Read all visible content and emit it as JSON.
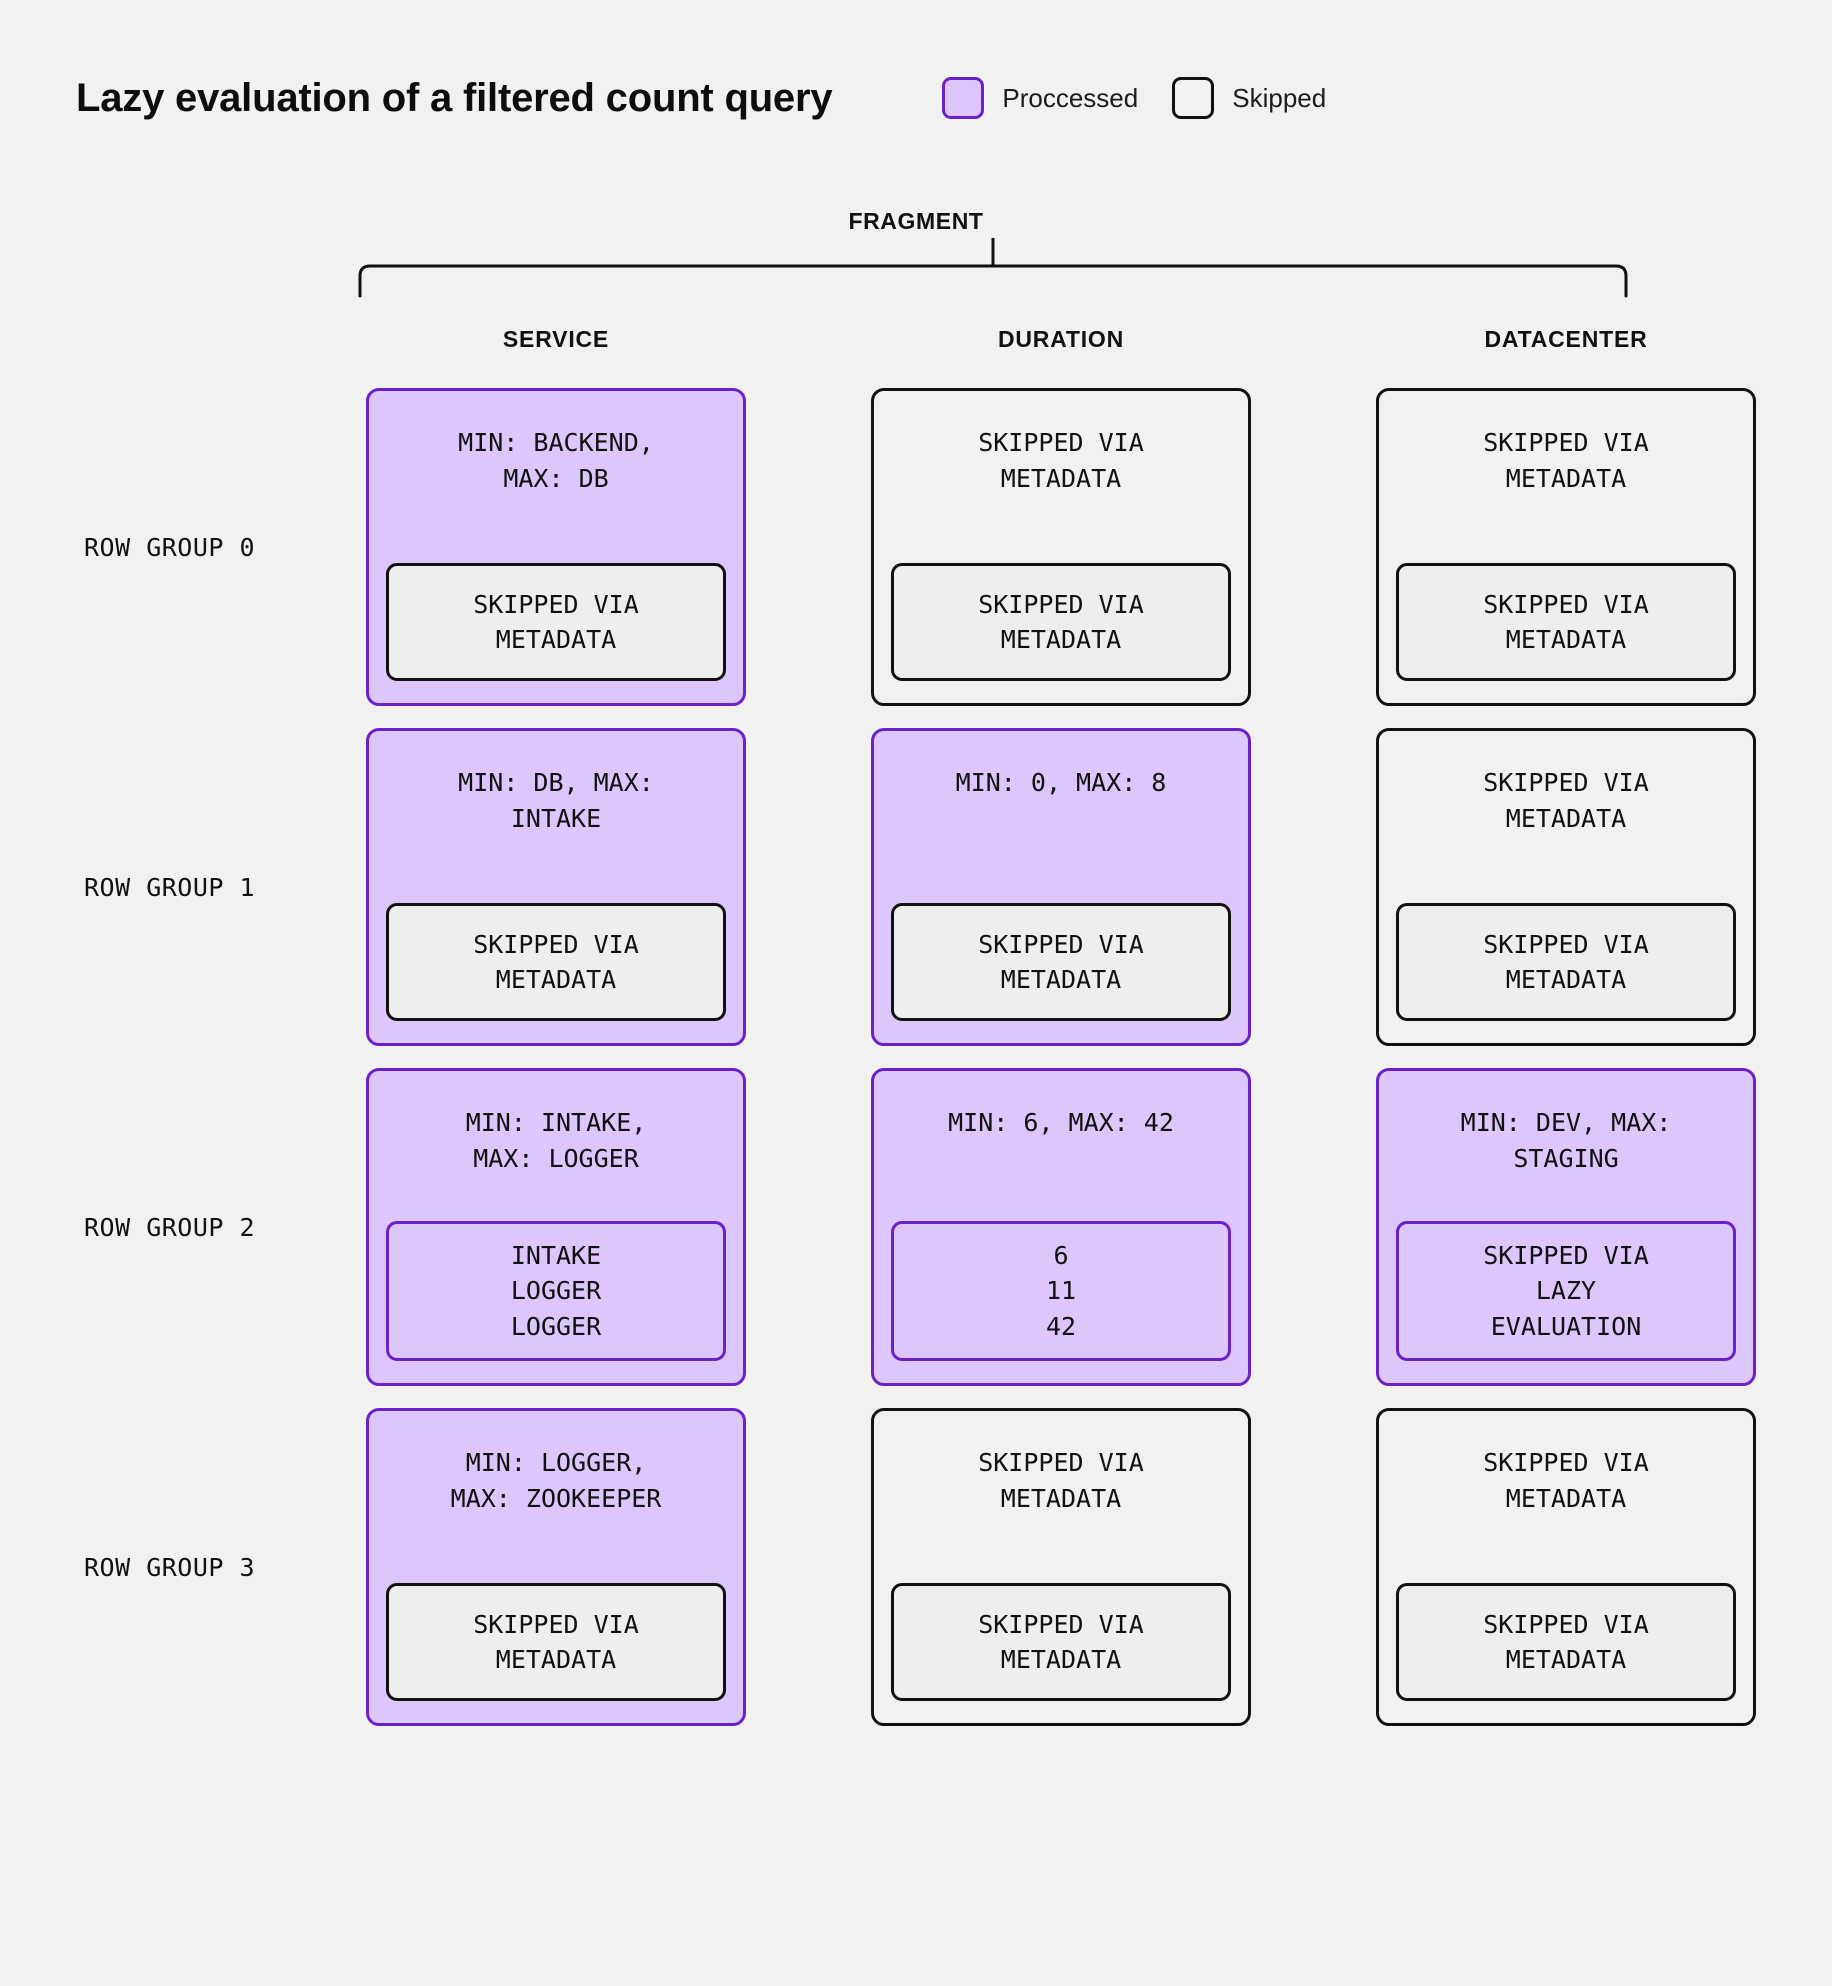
{
  "header": {
    "title": "Lazy evaluation of a filtered count query",
    "legend": [
      {
        "label": "Proccessed",
        "state": "processed",
        "color": "#dcc6fb",
        "border": "#6b21c7"
      },
      {
        "label": "Skipped",
        "state": "skipped",
        "color": "#f1f1f0",
        "border": "#111111"
      }
    ]
  },
  "fragment": {
    "label": "FRAGMENT"
  },
  "columns": [
    {
      "label": "SERVICE"
    },
    {
      "label": "DURATION"
    },
    {
      "label": "DATACENTER"
    }
  ],
  "rows": [
    {
      "label": "ROW GROUP 0",
      "cells": [
        {
          "state": "processed",
          "stats": "MIN: BACKEND,\nMAX: DB",
          "inner": {
            "state": "skipped",
            "text": "SKIPPED VIA\nMETADATA"
          }
        },
        {
          "state": "skipped",
          "stats": "SKIPPED VIA\nMETADATA",
          "inner": {
            "state": "skipped",
            "text": "SKIPPED VIA\nMETADATA"
          }
        },
        {
          "state": "skipped",
          "stats": "SKIPPED VIA\nMETADATA",
          "inner": {
            "state": "skipped",
            "text": "SKIPPED VIA\nMETADATA"
          }
        }
      ]
    },
    {
      "label": "ROW GROUP 1",
      "cells": [
        {
          "state": "processed",
          "stats": "MIN: DB, MAX:\nINTAKE",
          "inner": {
            "state": "skipped",
            "text": "SKIPPED VIA\nMETADATA"
          }
        },
        {
          "state": "processed",
          "stats": "MIN: 0, MAX: 8",
          "inner": {
            "state": "skipped",
            "text": "SKIPPED VIA\nMETADATA"
          }
        },
        {
          "state": "skipped",
          "stats": "SKIPPED VIA\nMETADATA",
          "inner": {
            "state": "skipped",
            "text": "SKIPPED VIA\nMETADATA"
          }
        }
      ]
    },
    {
      "label": "ROW GROUP 2",
      "cells": [
        {
          "state": "processed",
          "stats": "MIN: INTAKE,\nMAX: LOGGER",
          "inner": {
            "state": "processed",
            "text": "INTAKE\nLOGGER\nLOGGER"
          }
        },
        {
          "state": "processed",
          "stats": "MIN: 6, MAX: 42",
          "inner": {
            "state": "processed",
            "text": "6\n11\n42"
          }
        },
        {
          "state": "processed",
          "stats": "MIN: DEV, MAX:\nSTAGING",
          "inner": {
            "state": "processed",
            "text": "SKIPPED VIA\nLAZY\nEVALUATION"
          }
        }
      ]
    },
    {
      "label": "ROW GROUP 3",
      "cells": [
        {
          "state": "processed",
          "stats": "MIN: LOGGER,\nMAX: ZOOKEEPER",
          "inner": {
            "state": "skipped",
            "text": "SKIPPED VIA\nMETADATA"
          }
        },
        {
          "state": "skipped",
          "stats": "SKIPPED VIA\nMETADATA",
          "inner": {
            "state": "skipped",
            "text": "SKIPPED VIA\nMETADATA"
          }
        },
        {
          "state": "skipped",
          "stats": "SKIPPED VIA\nMETADATA",
          "inner": {
            "state": "skipped",
            "text": "SKIPPED VIA\nMETADATA"
          }
        }
      ]
    }
  ]
}
